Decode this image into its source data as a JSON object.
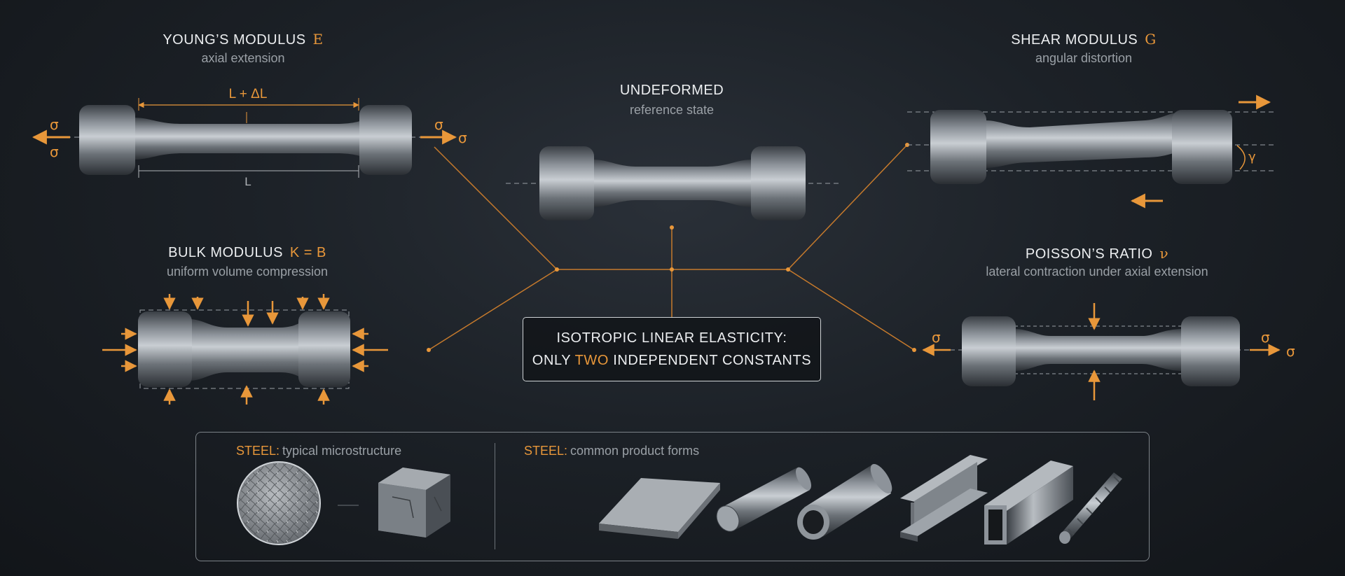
{
  "center": {
    "title": "UNDEFORMED",
    "subtitle": "reference state"
  },
  "youngs": {
    "title": "YOUNG’S MODULUS",
    "symbol": "E",
    "subtitle": "axial extension",
    "dim_top": "L + ΔL",
    "dim_bottom": "L",
    "stress": "σ"
  },
  "shear": {
    "title": "SHEAR MODULUS",
    "symbol": "G",
    "subtitle": "angular distortion",
    "angle": "γ"
  },
  "bulk": {
    "title": "BULK MODULUS",
    "symbol": "K = B",
    "subtitle": "uniform volume compression"
  },
  "poisson": {
    "title": "POISSON’S RATIO",
    "symbol": "ν",
    "subtitle": "lateral contraction under axial extension",
    "stress": "σ"
  },
  "summary": {
    "line1": "ISOTROPIC LINEAR ELASTICITY:",
    "line2_pre": "ONLY ",
    "line2_hl": "TWO",
    "line2_post": " INDEPENDENT CONSTANTS"
  },
  "steel": {
    "tag": "STEEL:",
    "micro_label": "typical microstructure",
    "forms_label": "common product forms"
  },
  "colors": {
    "accent": "#e8973a",
    "metal": "#8a9096",
    "background": "#1c2127"
  }
}
